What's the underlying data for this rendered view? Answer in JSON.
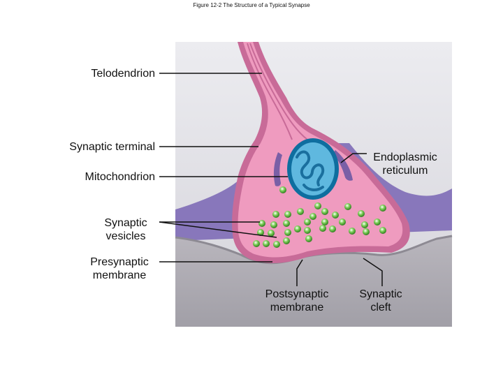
{
  "figure": {
    "caption": "Figure 12-2 The Structure of a Typical Synapse"
  },
  "labels": {
    "telodendrion": "Telodendrion",
    "synaptic_terminal": "Synaptic terminal",
    "mitochondrion": "Mitochondrion",
    "synaptic_vesicles_1": "Synaptic",
    "synaptic_vesicles_2": "vesicles",
    "presynaptic_1": "Presynaptic",
    "presynaptic_2": "membrane",
    "endoplasmic_1": "Endoplasmic",
    "endoplasmic_2": "reticulum",
    "postsynaptic_1": "Postsynaptic",
    "postsynaptic_2": "membrane",
    "cleft_1": "Synaptic",
    "cleft_2": "cleft"
  },
  "colors": {
    "background": "#d9d9e0",
    "postsynaptic_cell": "#a9a7ae",
    "glial_cell": "#7f6fb0",
    "axon_fill": "#e88fb3",
    "axon_membrane": "#c86b98",
    "mitochondrion": "#1b7fb0",
    "vesicle": "#5fb23c"
  }
}
